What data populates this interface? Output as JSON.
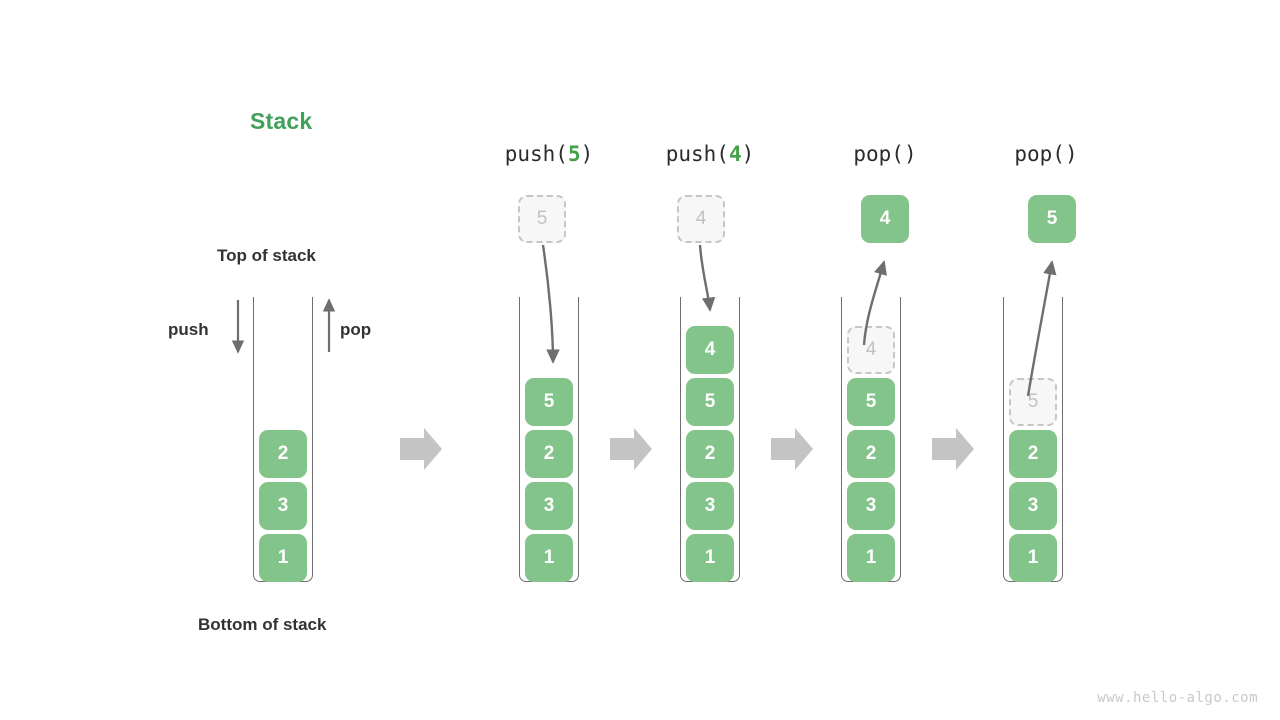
{
  "page": {
    "title": "Stack",
    "title_color": "#41a05a",
    "box_color": "#83c48b",
    "ghost_color": "#f7f7f7",
    "arrow_color": "#c4c4c4",
    "watermark": "www.hello-algo.com"
  },
  "labels": {
    "top_of_stack": "Top of stack",
    "bottom_of_stack": "Bottom of stack",
    "push": "push",
    "pop": "pop"
  },
  "columns": [
    {
      "id": "initial",
      "op_prefix": "",
      "op_arg": "",
      "op_suffix": "",
      "stack": [
        "1",
        "3",
        "2"
      ],
      "float": null,
      "ghost_in_stack": null
    },
    {
      "id": "push-5",
      "op_prefix": "push(",
      "op_arg": "5",
      "op_suffix": ")",
      "stack": [
        "1",
        "3",
        "2",
        "5"
      ],
      "float": {
        "value": "5",
        "style": "ghost"
      },
      "ghost_in_stack": null
    },
    {
      "id": "push-4",
      "op_prefix": "push(",
      "op_arg": "4",
      "op_suffix": ")",
      "stack": [
        "1",
        "3",
        "2",
        "5",
        "4"
      ],
      "float": {
        "value": "4",
        "style": "ghost"
      },
      "ghost_in_stack": null
    },
    {
      "id": "pop-1",
      "op_prefix": "pop(",
      "op_arg": "",
      "op_suffix": ")",
      "stack": [
        "1",
        "3",
        "2",
        "5",
        "4"
      ],
      "float": {
        "value": "4",
        "style": "solid"
      },
      "ghost_in_stack": "4"
    },
    {
      "id": "pop-2",
      "op_prefix": "pop(",
      "op_arg": "",
      "op_suffix": ")",
      "stack": [
        "1",
        "3",
        "2",
        "5"
      ],
      "float": {
        "value": "5",
        "style": "solid"
      },
      "ghost_in_stack": "5"
    }
  ],
  "separators": [
    "step-arrow-1",
    "step-arrow-2",
    "step-arrow-3",
    "step-arrow-4"
  ]
}
